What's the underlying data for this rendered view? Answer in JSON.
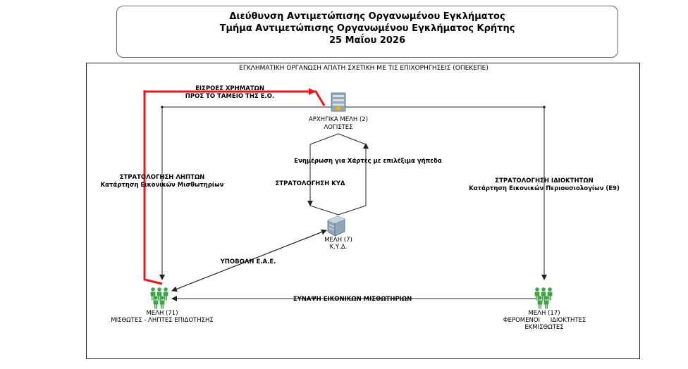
{
  "header": {
    "line1": "Διεύθυνση Αντιμετώπισης Οργανωμένου Εγκλήματος",
    "line2": "Τμήμα Αντιμετώπισης Οργανωμένου Εγκλήματος Κρήτης",
    "date": "25 Μαΐου 2026"
  },
  "diagram": {
    "title": "ΕΓΚΛΗΜΑΤΙΚΗ ΟΡΓΑΝΩΣΗ ΑΠΑΤΗ ΣΧΕΤΙΚΗ ΜΕ ΤΙΣ ΕΠΙΧΟΡΗΓΗΣΕΙΣ (ΟΠΕΚΕΠΕ)",
    "nodes": {
      "leaders": {
        "icon": "server-building-icon",
        "line1": "ΑΡΧΗΓΙΚΑ ΜΕΛΗ (2)",
        "line2": "ΛΟΓΙΣΤΕΣ"
      },
      "kyd": {
        "icon": "server-building-icon",
        "line1": "ΜΕΛΗ (7)",
        "line2": "Κ.Υ.Δ."
      },
      "lessees": {
        "icon": "people-group-icon",
        "line1": "ΜΕΛΗ (71)",
        "line2": "ΜΙΣΘΩΤΕΣ - ΛΗΠΤΕΣ ΕΠΙΔΟΤΗΣΗΣ"
      },
      "owners": {
        "icon": "people-group-icon",
        "line1": "ΜΕΛΗ (17)",
        "line2a": "ΦΕΡΟΜΕΝΟΙ",
        "line2b": "ΙΔΙΟΚΤΗΤΕΣ",
        "line3": "ΕΚΜΙΣΘΩΤΕΣ"
      }
    },
    "edges": {
      "money_flow_1": "ΕΙΣΡΟΕΣ ΧΡΗΜΑΤΩΝ",
      "money_flow_2": "ΠΡΟΣ ΤΟ ΤΑΜΕΙΟ ΤΗΣ Ε.Ο.",
      "recruit_recipients_1": "ΣΤΡΑΤΟΛΟΓΗΣΗ ΛΗΠΤΩΝ",
      "recruit_recipients_2": "Κατάρτηση Εικονικών Μισθωτηρίων",
      "recruit_owners_1": "ΣΤΡΑΤΟΛΟΓΗΣΗ ΙΔΙΟΚΤΗΤΩΝ",
      "recruit_owners_2": "Κατάρτηση Εικονικών Περιουσιολογίων (Ε9)",
      "maps_update": "Ενημέρωση για Χάρτες με επιλέξιμα γήπεδα",
      "recruit_kyd": "ΣΤΡΑΤΟΛΟΓΗΣΗ ΚΥΔ",
      "submit_eae": "ΥΠΟΒΟΛΗ Ε.Α.Ε.",
      "fake_leases": "ΣΥΝΑΨΗ ΕΙΚΟΝΙΚΩΝ ΜΙΣΘΩΤΗΡΙΩΝ"
    },
    "colors": {
      "money_flow": "#e8161a",
      "edge": "#222222",
      "person": "#3fa447"
    }
  }
}
